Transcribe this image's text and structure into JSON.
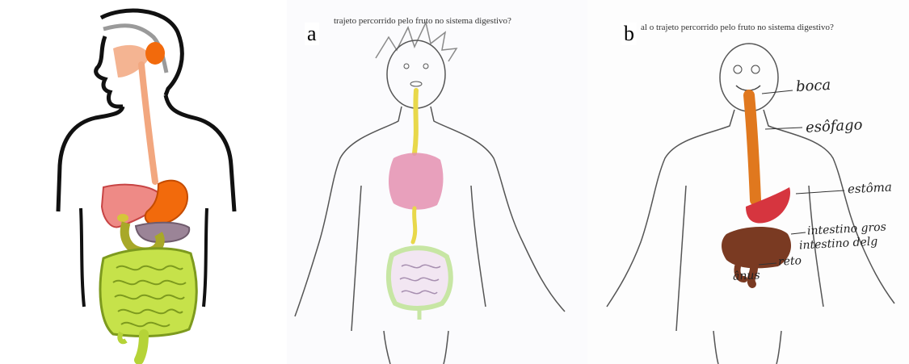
{
  "panels": {
    "reference": {},
    "a": {
      "letter": "a",
      "caption": "trajeto percorrido pelo fruto no sistema digestivo?"
    },
    "b": {
      "letter": "b",
      "caption": "al o trajeto percorrido pelo fruto no sistema digestivo?",
      "labels": {
        "boca": "boca",
        "esofago": "esôfago",
        "estomago": "estôma",
        "intestino_grosso": "intestino gros",
        "intestino_delgado": "intestino delg",
        "reto": "reto",
        "anus": "ânus"
      }
    }
  },
  "colors": {
    "esophagus": "#f2a77f",
    "liver": "#ee8a86",
    "stomach": "#f26a0c",
    "pancreas": "#9b8497",
    "small_intestine": "#c6e24a",
    "large_intestine": "#b5d337",
    "sketch_stomach": "#e48fb0",
    "sketch_esophagus": "#e8d84a",
    "sketch_intestine": "#c7e6a4",
    "drawn_esophagus": "#e0781e",
    "drawn_stomach": "#d6353f",
    "drawn_intestine": "#7a3a22"
  }
}
